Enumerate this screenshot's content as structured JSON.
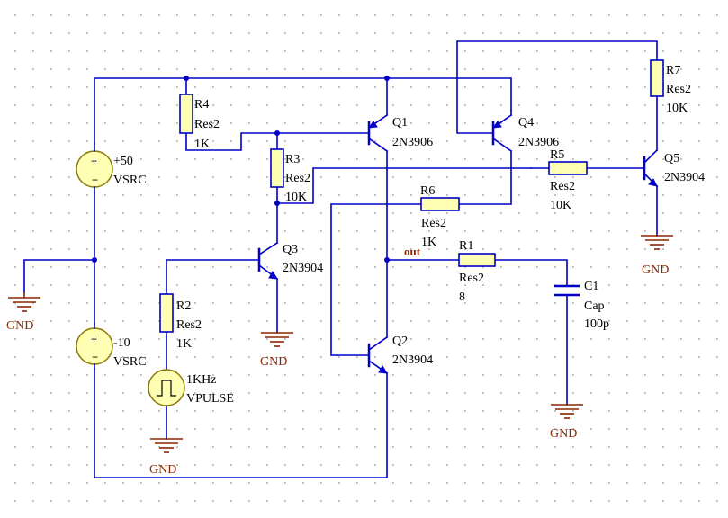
{
  "schematic": {
    "sources": {
      "v1": {
        "value": "+50",
        "type": "VSRC"
      },
      "v2": {
        "value": "-10",
        "type": "VSRC"
      },
      "v3": {
        "value": "1KHz",
        "type": "VPULSE"
      }
    },
    "resistors": {
      "r1": {
        "ref": "R1",
        "type": "Res2",
        "value": "8"
      },
      "r2": {
        "ref": "R2",
        "type": "Res2",
        "value": "1K"
      },
      "r3": {
        "ref": "R3",
        "type": "Res2",
        "value": "10K"
      },
      "r4": {
        "ref": "R4",
        "type": "Res2",
        "value": "1K"
      },
      "r5": {
        "ref": "R5",
        "type": "Res2",
        "value": "10K"
      },
      "r6": {
        "ref": "R6",
        "type": "Res2",
        "value": "1K"
      },
      "r7": {
        "ref": "R7",
        "type": "Res2",
        "value": "10K"
      }
    },
    "transistors": {
      "q1": {
        "ref": "Q1",
        "part": "2N3906"
      },
      "q2": {
        "ref": "Q2",
        "part": "2N3904"
      },
      "q3": {
        "ref": "Q3",
        "part": "2N3904"
      },
      "q4": {
        "ref": "Q4",
        "part": "2N3906"
      },
      "q5": {
        "ref": "Q5",
        "part": "2N3904"
      }
    },
    "capacitor": {
      "ref": "C1",
      "type": "Cap",
      "value": "100p"
    },
    "grounds": {
      "label": "GND"
    },
    "net_out": "out",
    "colors": {
      "wire": "#0000c8",
      "ground": "#8b2500",
      "source_fill": "#ffffb4",
      "grid_dot": "#9a9a9a"
    }
  }
}
